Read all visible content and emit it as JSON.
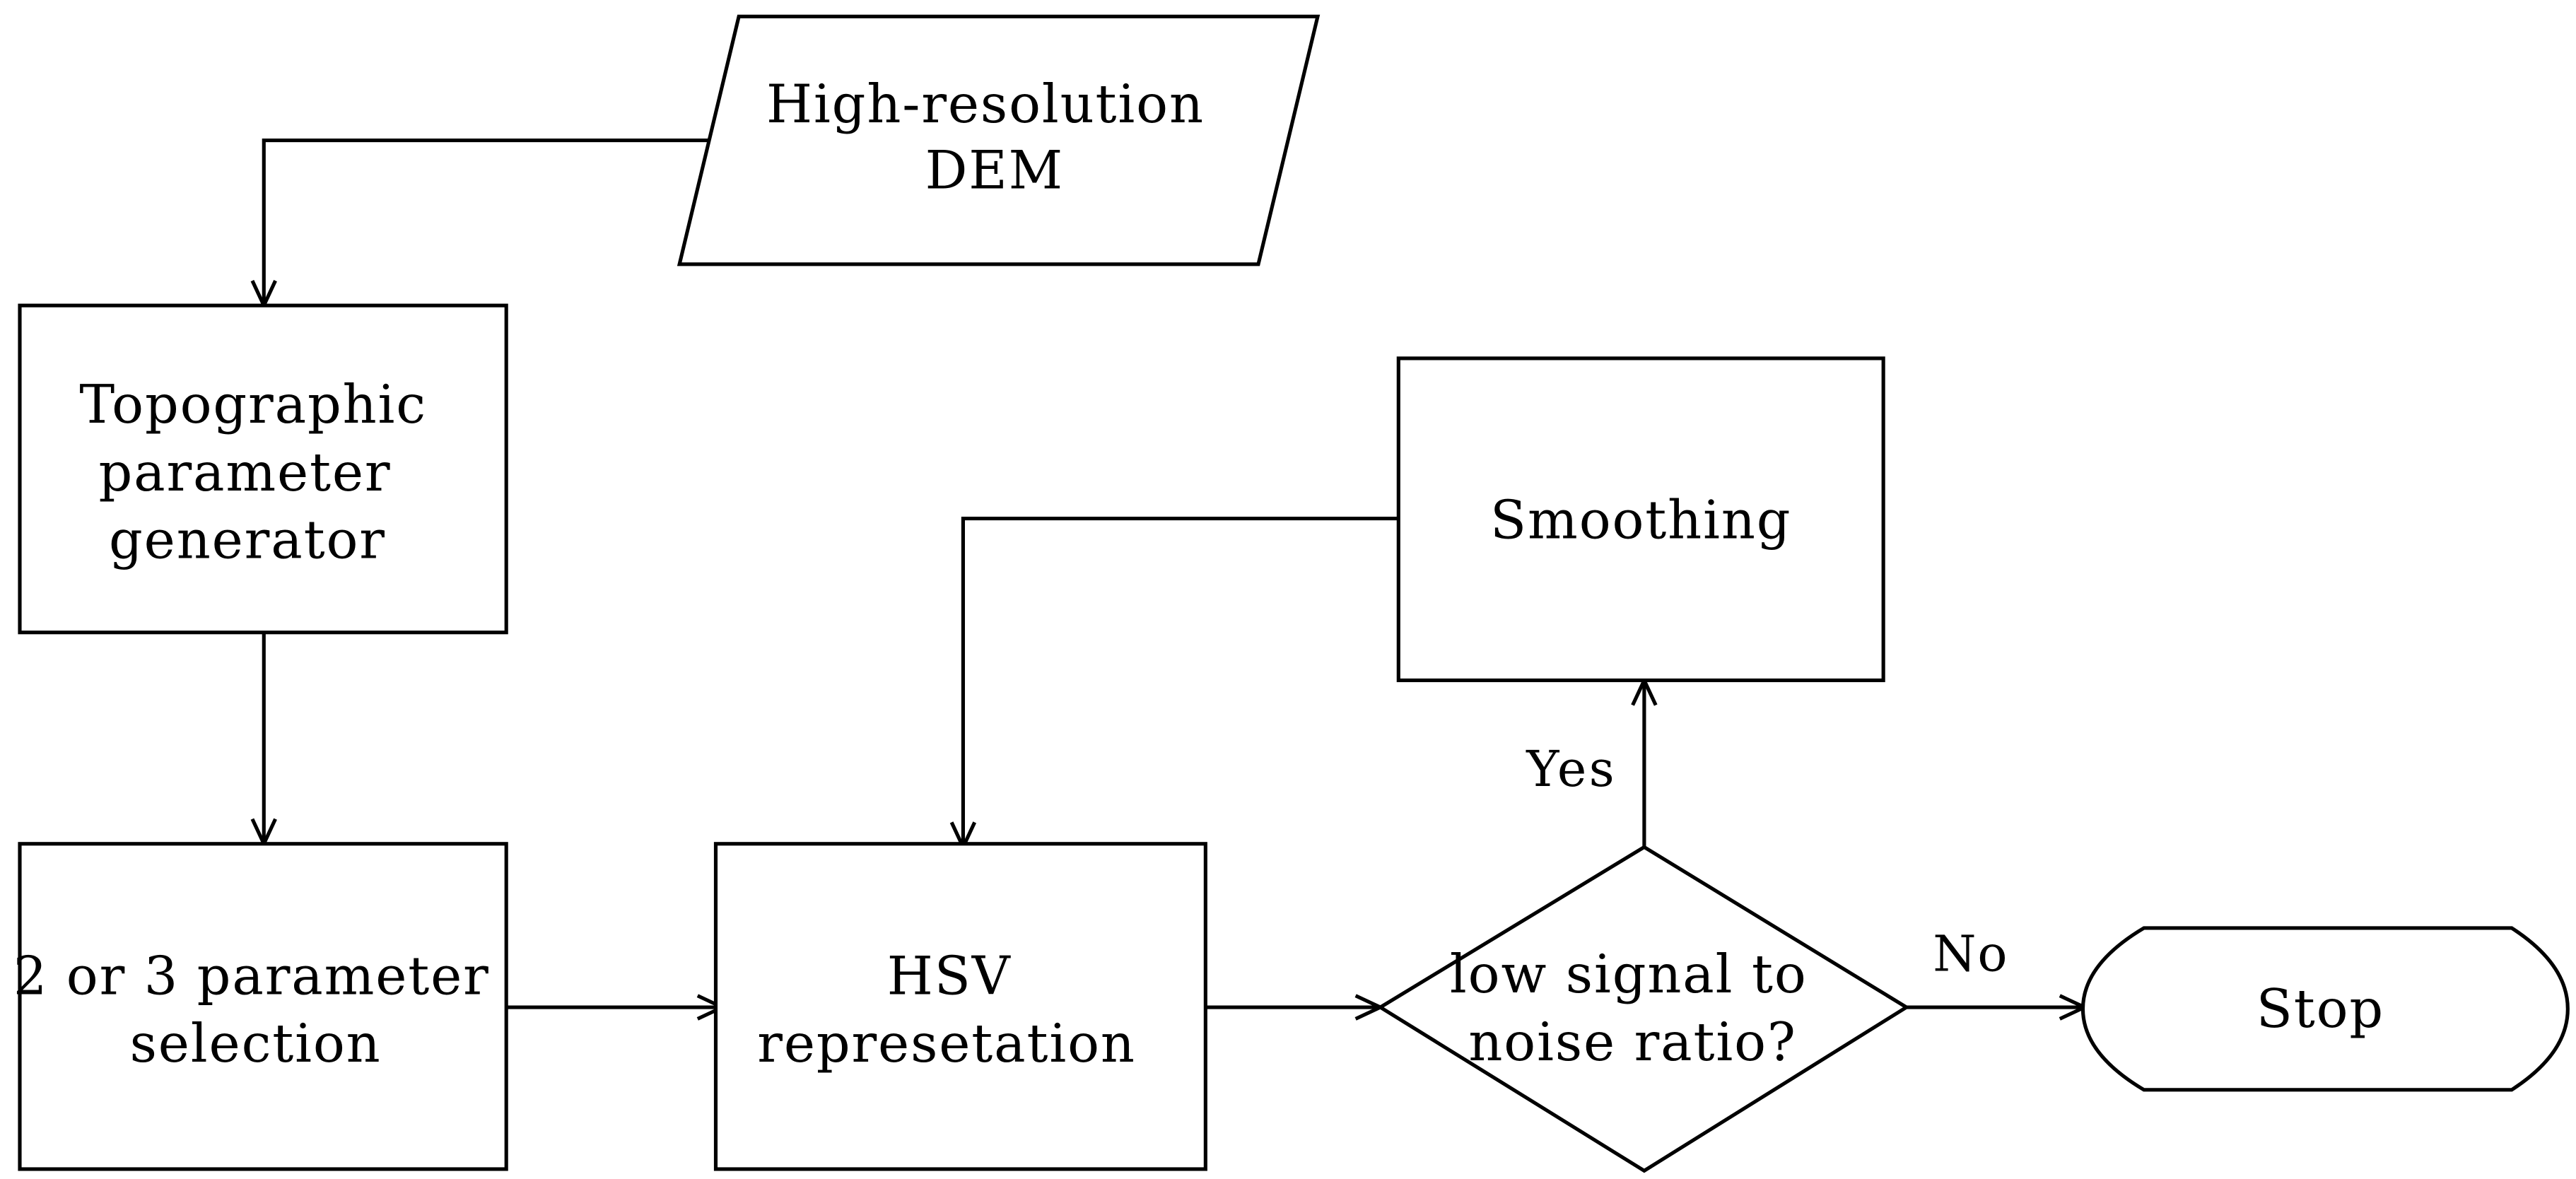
{
  "nodes": {
    "input_dem": {
      "lines": [
        "High-resolution",
        "DEM"
      ]
    },
    "topographic_generator": {
      "lines": [
        "Topographic",
        "parameter",
        "generator"
      ]
    },
    "parameter_selection": {
      "lines": [
        "2 or 3 parameter",
        "selection"
      ]
    },
    "hsv_representation": {
      "lines": [
        "HSV",
        "represetation"
      ]
    },
    "decision": {
      "lines": [
        "low signal to",
        "noise ratio?"
      ]
    },
    "smoothing": {
      "lines": [
        "Smoothing"
      ]
    },
    "stop": {
      "lines": [
        "Stop"
      ]
    }
  },
  "edges": {
    "yes_label": "Yes",
    "no_label": "No"
  }
}
